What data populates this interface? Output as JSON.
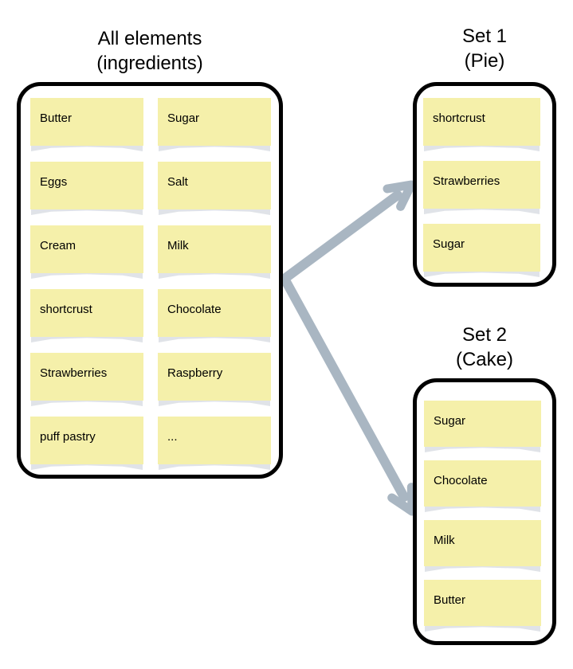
{
  "universe": {
    "title": [
      "All elements",
      "(ingredients)"
    ],
    "notes": [
      "Butter",
      "Sugar",
      "Eggs",
      "Salt",
      "Cream",
      "Milk",
      "shortcrust",
      "Chocolate",
      "Strawberries",
      "Raspberry",
      "puff pastry",
      "..."
    ]
  },
  "set1": {
    "title": [
      "Set 1",
      "(Pie)"
    ],
    "notes": [
      "shortcrust",
      "Strawberries",
      "Sugar"
    ]
  },
  "set2": {
    "title": [
      "Set 2",
      "(Cake)"
    ],
    "notes": [
      "Sugar",
      "Chocolate",
      "Milk",
      "Butter"
    ]
  },
  "colors": {
    "note_fill": "#f5f0aa",
    "note_shadow": "#e0e3e8",
    "box_border": "#000000",
    "arrow_color": "#a9b6c2",
    "text_color": "#000000",
    "background": "#ffffff"
  }
}
